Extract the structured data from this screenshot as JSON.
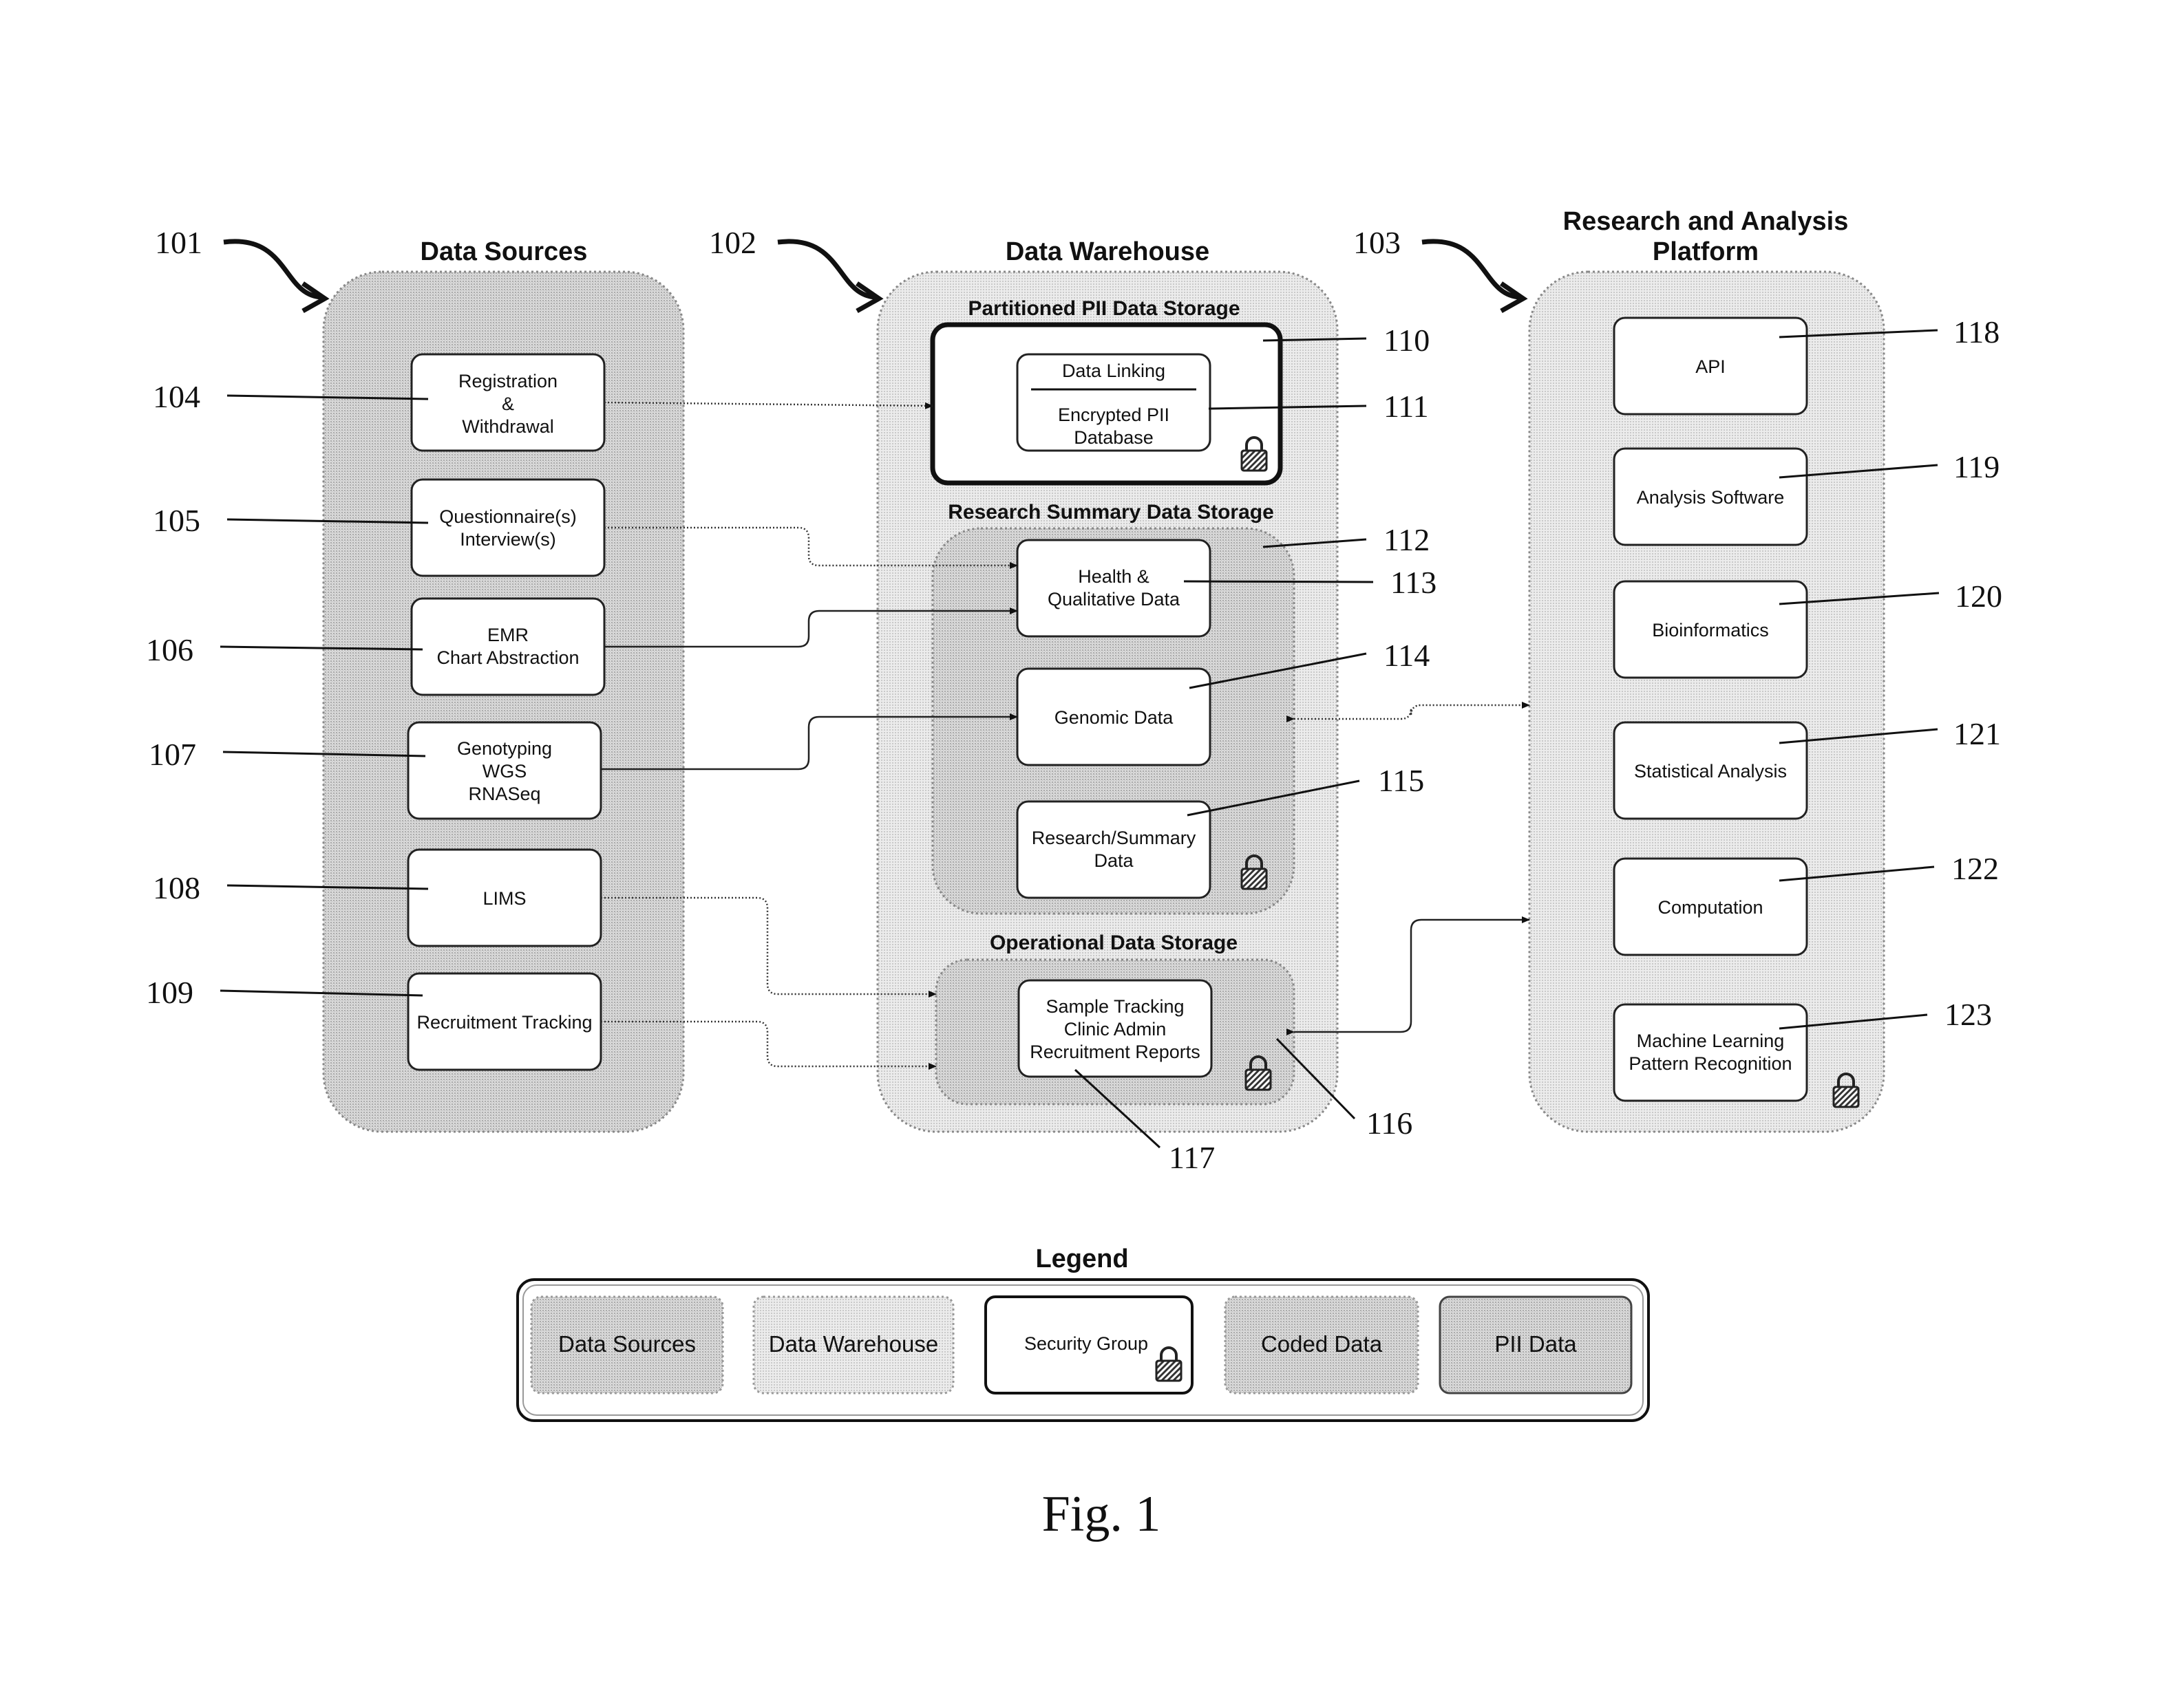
{
  "columns": {
    "sources": {
      "title": "Data Sources",
      "ref": "101"
    },
    "warehouse": {
      "title": "Data Warehouse",
      "ref": "102"
    },
    "platform": {
      "title_line1": "Research and Analysis",
      "title_line2": "Platform",
      "ref": "103"
    }
  },
  "source_boxes": [
    {
      "lines": [
        "Registration",
        "&",
        "Withdrawal"
      ],
      "ref": "104"
    },
    {
      "lines": [
        "Questionnaire(s)",
        "Interview(s)"
      ],
      "ref": "105"
    },
    {
      "lines": [
        "EMR",
        "Chart Abstraction"
      ],
      "ref": "106"
    },
    {
      "lines": [
        "Genotyping",
        "WGS",
        "RNASeq"
      ],
      "ref": "107"
    },
    {
      "lines": [
        "LIMS"
      ],
      "ref": "108"
    },
    {
      "lines": [
        "Recruitment Tracking"
      ],
      "ref": "109"
    }
  ],
  "warehouse": {
    "pii": {
      "title": "Partitioned PII Data Storage",
      "ref": "110",
      "box_line1": "Data Linking",
      "box_line2": "Encrypted PII",
      "box_line3": "Database",
      "box_ref": "111"
    },
    "research": {
      "title": "Research Summary Data Storage",
      "ref": "112",
      "boxes": [
        {
          "lines": [
            "Health &",
            "Qualitative Data"
          ],
          "ref": "113"
        },
        {
          "lines": [
            "Genomic Data"
          ],
          "ref": "114"
        },
        {
          "lines": [
            "Research/Summary",
            "Data"
          ],
          "ref": "115"
        }
      ]
    },
    "operational": {
      "title": "Operational Data Storage",
      "ref": "116",
      "box_lines": [
        "Sample Tracking",
        "Clinic Admin",
        "Recruitment Reports"
      ],
      "box_ref": "117"
    }
  },
  "platform_boxes": [
    {
      "lines": [
        "API"
      ],
      "ref": "118"
    },
    {
      "lines": [
        "Analysis Software"
      ],
      "ref": "119"
    },
    {
      "lines": [
        "Bioinformatics"
      ],
      "ref": "120"
    },
    {
      "lines": [
        "Statistical Analysis"
      ],
      "ref": "121"
    },
    {
      "lines": [
        "Computation"
      ],
      "ref": "122"
    },
    {
      "lines": [
        "Machine Learning",
        "Pattern Recognition"
      ],
      "ref": "123"
    }
  ],
  "legend": {
    "title": "Legend",
    "items": [
      "Data Sources",
      "Data Warehouse",
      "Security Group",
      "Coded Data",
      "PII Data"
    ]
  },
  "figure_label": "Fig. 1",
  "colors": {
    "ink": "#111111",
    "pane_fill": "#e9e9e9",
    "pane_dark": "#d6d6d6"
  },
  "icons": [
    "curly-arrow-icon",
    "lock-icon"
  ]
}
